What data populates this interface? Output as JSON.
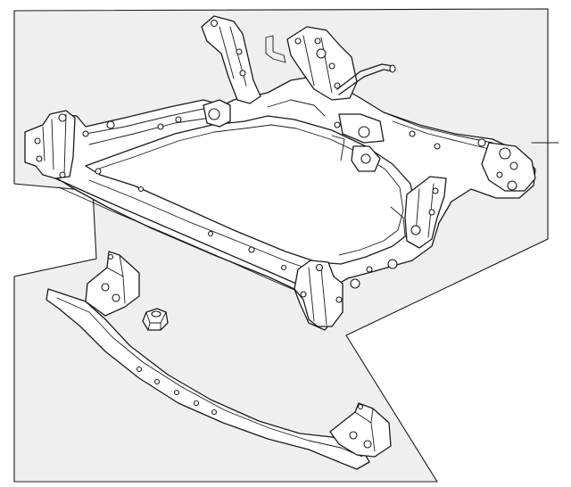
{
  "diagram": {
    "background_color": "#ffffff",
    "panel_color": "#efefef",
    "line_color": "#1a1a1a",
    "parts": [
      {
        "name": "front-subframe-crossmember"
      },
      {
        "name": "front-lower-brace"
      },
      {
        "name": "mounting-nut"
      }
    ]
  }
}
